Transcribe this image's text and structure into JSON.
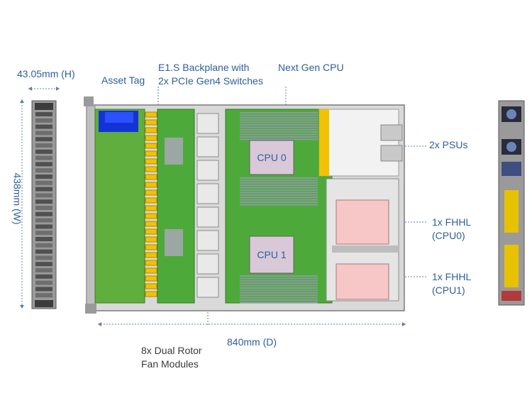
{
  "labels": {
    "height": "43.05mm (H)",
    "width": "438mm (W)",
    "depth": "840mm (D)",
    "asset_tag": "Asset Tag",
    "e1s_line1": "E1.S Backplane with",
    "e1s_line2": "2x PCIe Gen4 Switches",
    "next_gen_cpu": "Next Gen CPU",
    "psus": "2x PSUs",
    "fhhl_cpu0_line1": "1x FHHL",
    "fhhl_cpu0_line2": "(CPU0)",
    "fhhl_cpu1_line1": "1x FHHL",
    "fhhl_cpu1_line2": "(CPU1)",
    "fans_line1": "8x Dual Rotor",
    "fans_line2": "Fan Modules",
    "cpu0": "CPU 0",
    "cpu1": "CPU 1"
  },
  "colors": {
    "label_blue": "#2E5E9C",
    "board_green": "#4DAA3A",
    "connector_yellow": "#F2C200",
    "asset_tag_blue": "#1433D6",
    "cpu_fill": "#D8C8D8",
    "fhhl_pink": "#F7C6C6"
  }
}
